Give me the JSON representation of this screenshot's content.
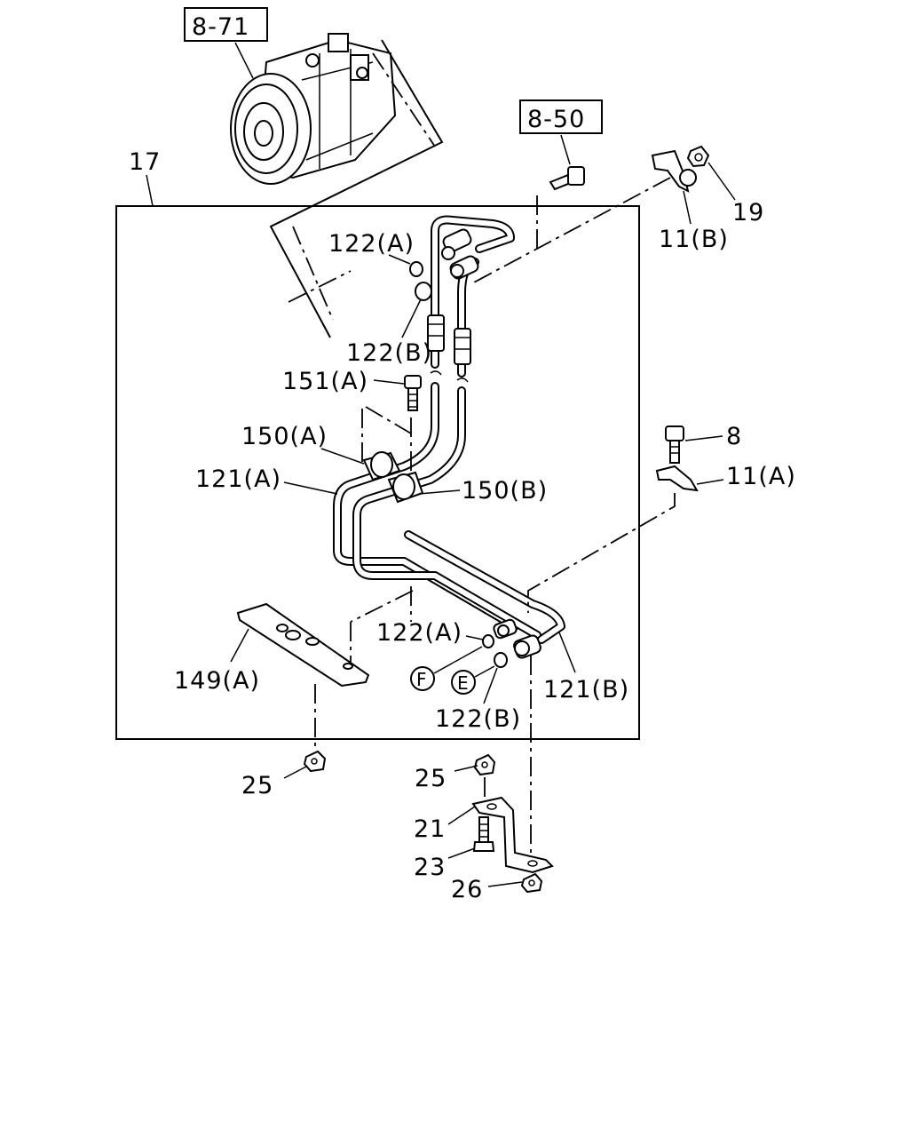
{
  "refs": {
    "ref_871": "8-71",
    "ref_850": "8-50"
  },
  "labels": {
    "p17": "17",
    "p19": "19",
    "p11b": "11(B)",
    "p122a_top": "122(A)",
    "p122b_top": "122(B)",
    "p151a": "151(A)",
    "p150a": "150(A)",
    "p121a": "121(A)",
    "p150b": "150(B)",
    "p8": "8",
    "p11a": "11(A)",
    "p122a_bot": "122(A)",
    "p149a": "149(A)",
    "p121b": "121(B)",
    "p122b_bot": "122(B)",
    "p25_left": "25",
    "p25_right": "25",
    "p21": "21",
    "p23": "23",
    "p26": "26"
  },
  "markers": {
    "f": "F",
    "e": "E"
  }
}
